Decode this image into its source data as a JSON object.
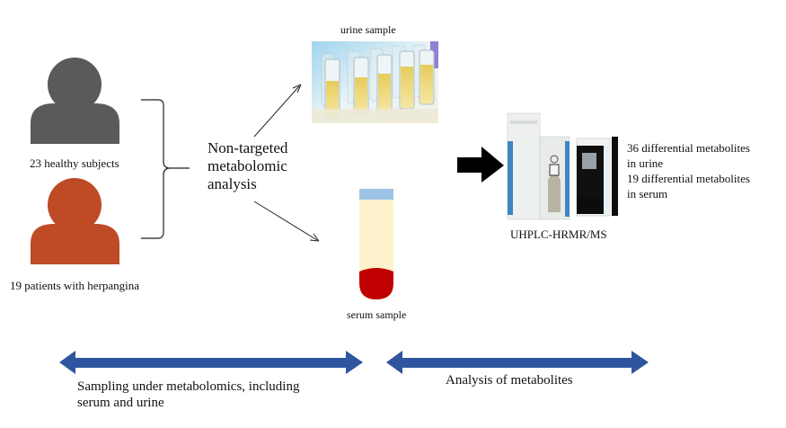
{
  "groups": {
    "healthy": {
      "label": "23 healthy subjects",
      "color": "#5a5a5a"
    },
    "patients": {
      "label": "19 patients with herpangina",
      "color": "#bf4a26"
    }
  },
  "method": {
    "lines": [
      "Non-targeted",
      "metabolomic",
      "analysis"
    ]
  },
  "samples": {
    "urine": {
      "label": "urine sample"
    },
    "serum": {
      "label": "serum sample",
      "cap_color": "#9dc3e6",
      "serum_color": "#fef2cc",
      "clot_color": "#c00000"
    }
  },
  "instrument": {
    "label": "UHPLC-HRMR/MS"
  },
  "results": {
    "lines": [
      "36 differential metabolites",
      "in urine",
      "19 differential metabolites",
      "in serum"
    ]
  },
  "phases": {
    "color": "#2f559e",
    "sampling": {
      "lines": [
        "Sampling under metabolomics, including",
        "serum and urine"
      ]
    },
    "analysis": {
      "label": "Analysis of metabolites"
    }
  }
}
